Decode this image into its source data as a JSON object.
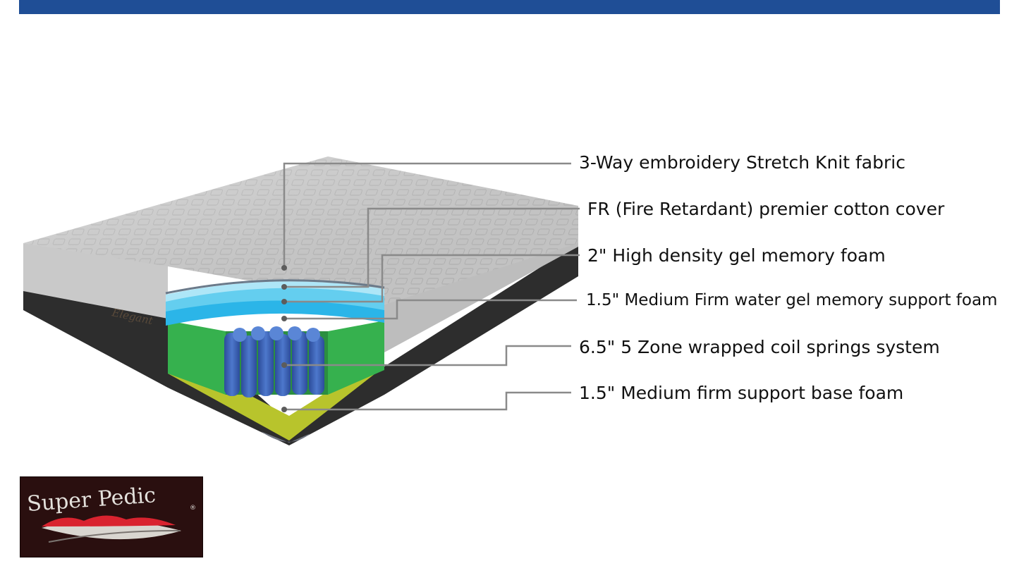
{
  "labels": [
    "3-Way embroidery Stretch Knit fabric",
    "FR (Fire Retardant) premier cotton cover",
    "2\" High density gel memory foam",
    "1.5\" Medium Firm water gel memory support foam",
    "6.5\" 5 Zone wrapped coil springs system",
    "1.5\" Medium firm support base foam"
  ],
  "mattress_brand_mark": "Elegant",
  "logo": {
    "name": "Super Pedic",
    "trademark": "®"
  },
  "colors": {
    "banner": "#1f4e96",
    "knit_fabric": "#d2d2d2",
    "gel_foam": "#3fb8ea",
    "support_foam": "#36b14e",
    "coils": "#3d63b8",
    "base_foam": "#b8c42c",
    "leader_line": "#8a8a8a"
  }
}
